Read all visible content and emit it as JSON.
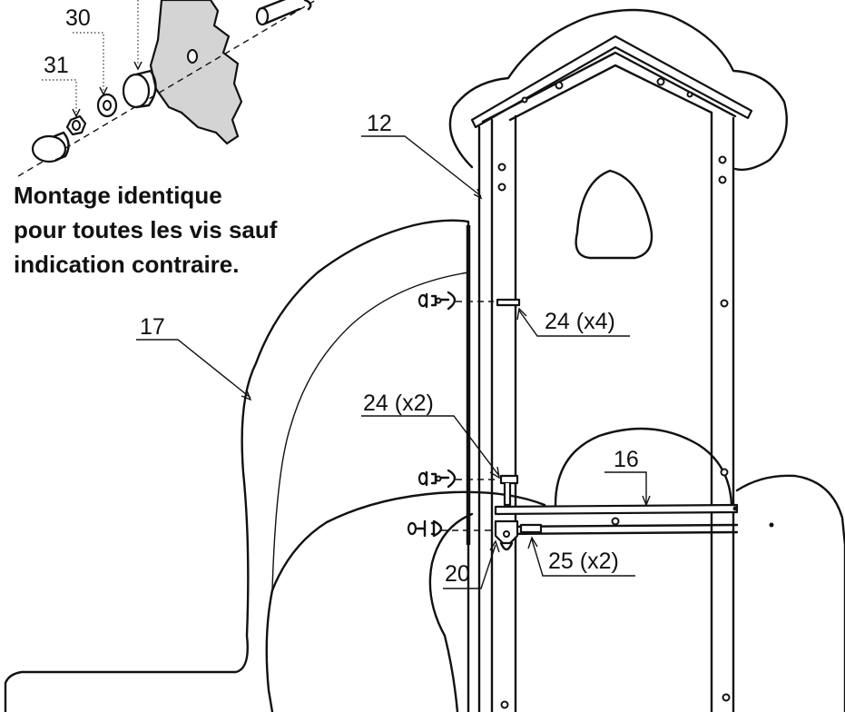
{
  "labels": {
    "part_30": "30",
    "part_31": "31",
    "part_12": "12",
    "part_17": "17",
    "part_16": "16",
    "part_20": "20",
    "screw_24_x4": "24 (x4)",
    "screw_24_x2": "24 (x2)",
    "screw_25_x2": "25 (x2)"
  },
  "note": {
    "line1": "Montage identique",
    "line2": "pour toutes les vis sauf",
    "line3": "indication contraire."
  }
}
